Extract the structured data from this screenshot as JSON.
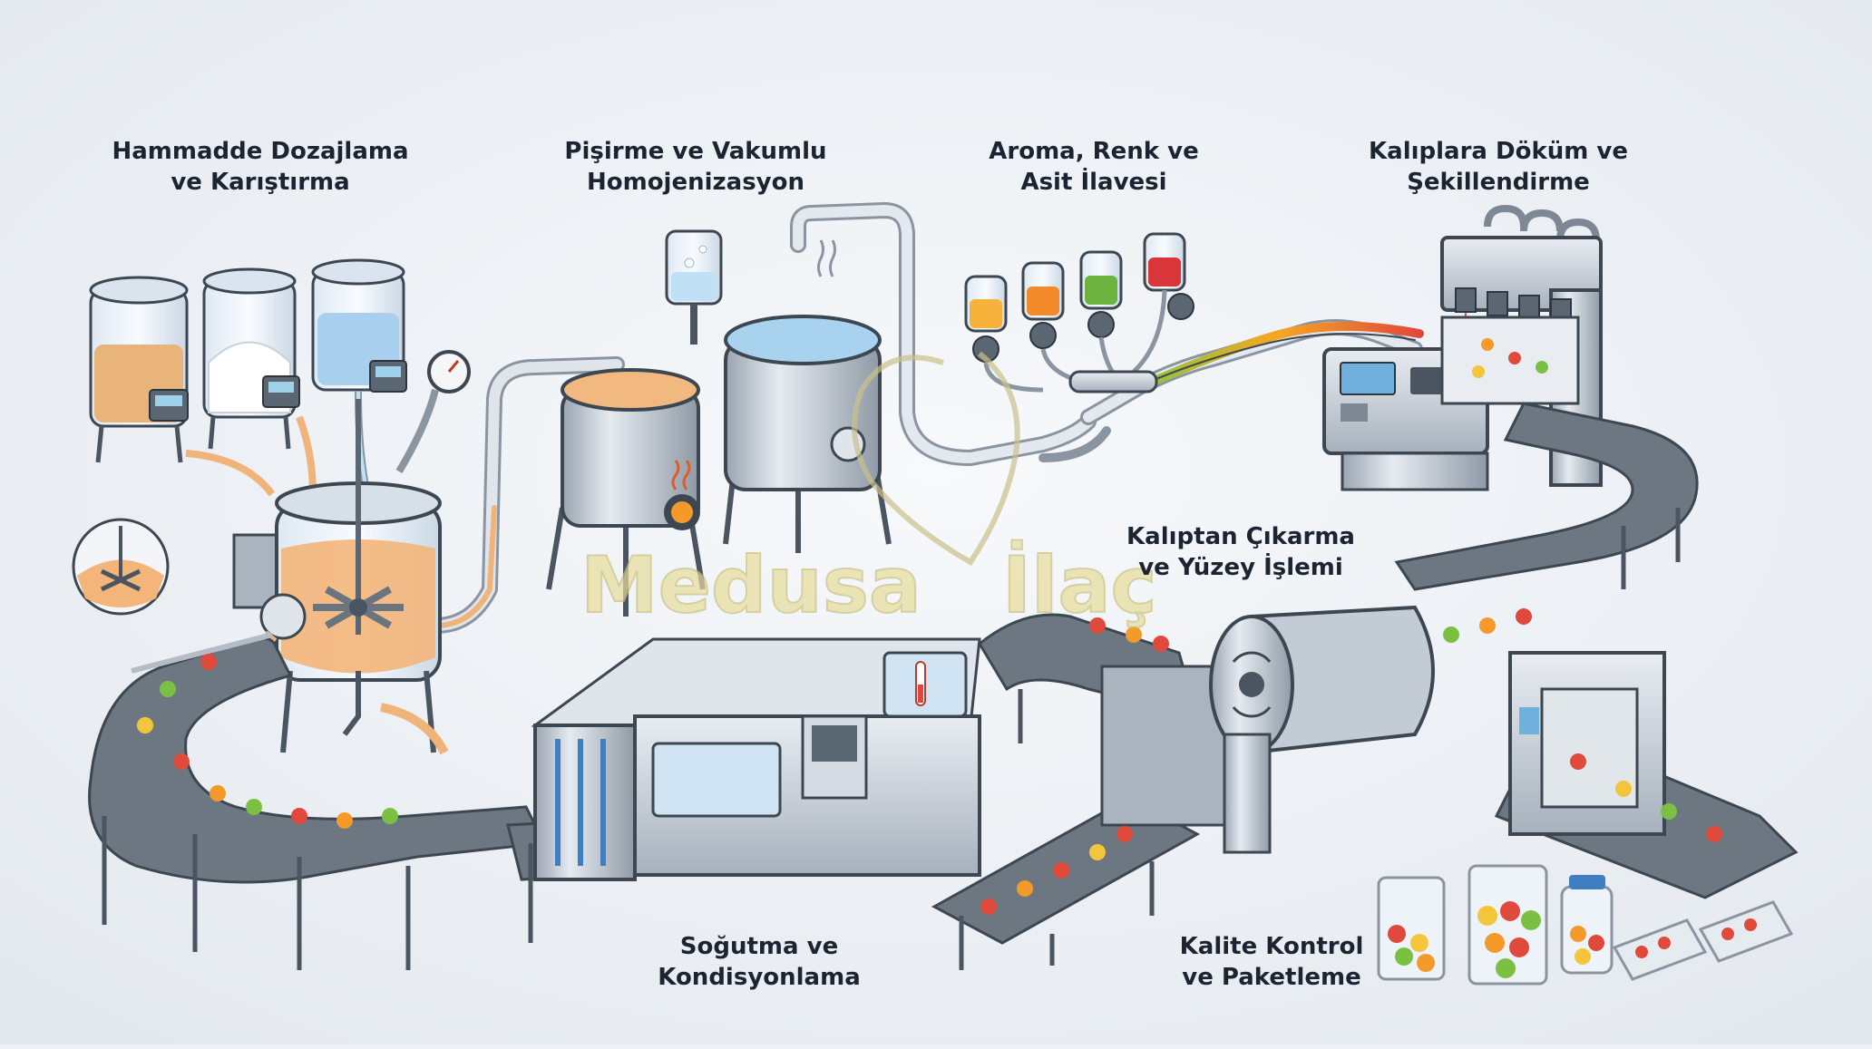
{
  "steps": [
    {
      "id": "dosing",
      "line1": "Hammadde Dozajlama",
      "line2": "ve Karıştırma"
    },
    {
      "id": "cooking",
      "line1": "Pişirme ve Vakumlu",
      "line2": "Homojenizasyon"
    },
    {
      "id": "flavor",
      "line1": "Aroma, Renk ve",
      "line2": "Asit İlavesi"
    },
    {
      "id": "depositing",
      "line1": "Kalıplara Döküm ve",
      "line2": "Şekillendirme"
    },
    {
      "id": "demolding",
      "line1": "Kalıptan Çıkarma",
      "line2": "ve Yüzey İşlemi"
    },
    {
      "id": "cooling",
      "line1": "Soğutma ve",
      "line2": "Kondisyonlama"
    },
    {
      "id": "packaging",
      "line1": "Kalite Kontrol",
      "line2": "ve Paketleme"
    }
  ],
  "watermark": {
    "text_left": "Medusa",
    "text_right": "İlaç"
  },
  "colors": {
    "background": "#eef2f6",
    "steel": "#c9d1da",
    "steel_dark": "#7d8894",
    "outline": "#3d4752",
    "orange_liquid": "#f4b57a",
    "blue_liquid": "#aad2ef",
    "belt": "#6d7782",
    "gummy_red": "#e04a3c",
    "gummy_orange": "#f39a2b",
    "gummy_yellow": "#f2c53a",
    "gummy_green": "#7cc043",
    "watermark": "#e7dc9a"
  }
}
